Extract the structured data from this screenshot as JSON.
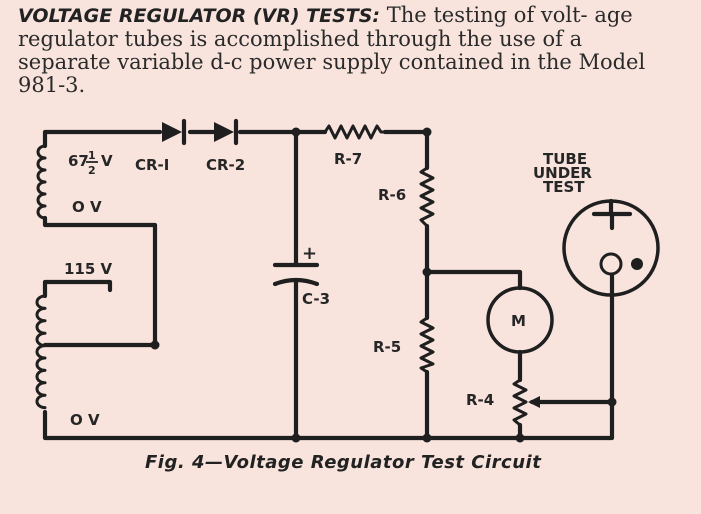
{
  "intro": {
    "heading": "VOLTAGE REGULATOR (VR) TESTS:",
    "body": "The testing of volt- age regulator tubes is accomplished through the use of a separate variable d-c power supply contained in the Model 981-3."
  },
  "diagram": {
    "labels": {
      "tap_voltage_whole": "67",
      "tap_voltage_num": "1",
      "tap_voltage_den": "2",
      "tap_voltage_unit": "V",
      "secondary_zero": "O V",
      "primary_voltage": "115 V",
      "primary_zero": "O V",
      "cr1": "CR-I",
      "cr2": "CR-2",
      "r7": "R-7",
      "r6": "R-6",
      "r5": "R-5",
      "r4": "R-4",
      "c3": "C-3",
      "c3_polarity": "+",
      "meter": "M",
      "tube_line1": "TUBE",
      "tube_line2": "UNDER",
      "tube_line3": "TEST"
    }
  },
  "caption": "Fig. 4—Voltage Regulator Test Circuit"
}
